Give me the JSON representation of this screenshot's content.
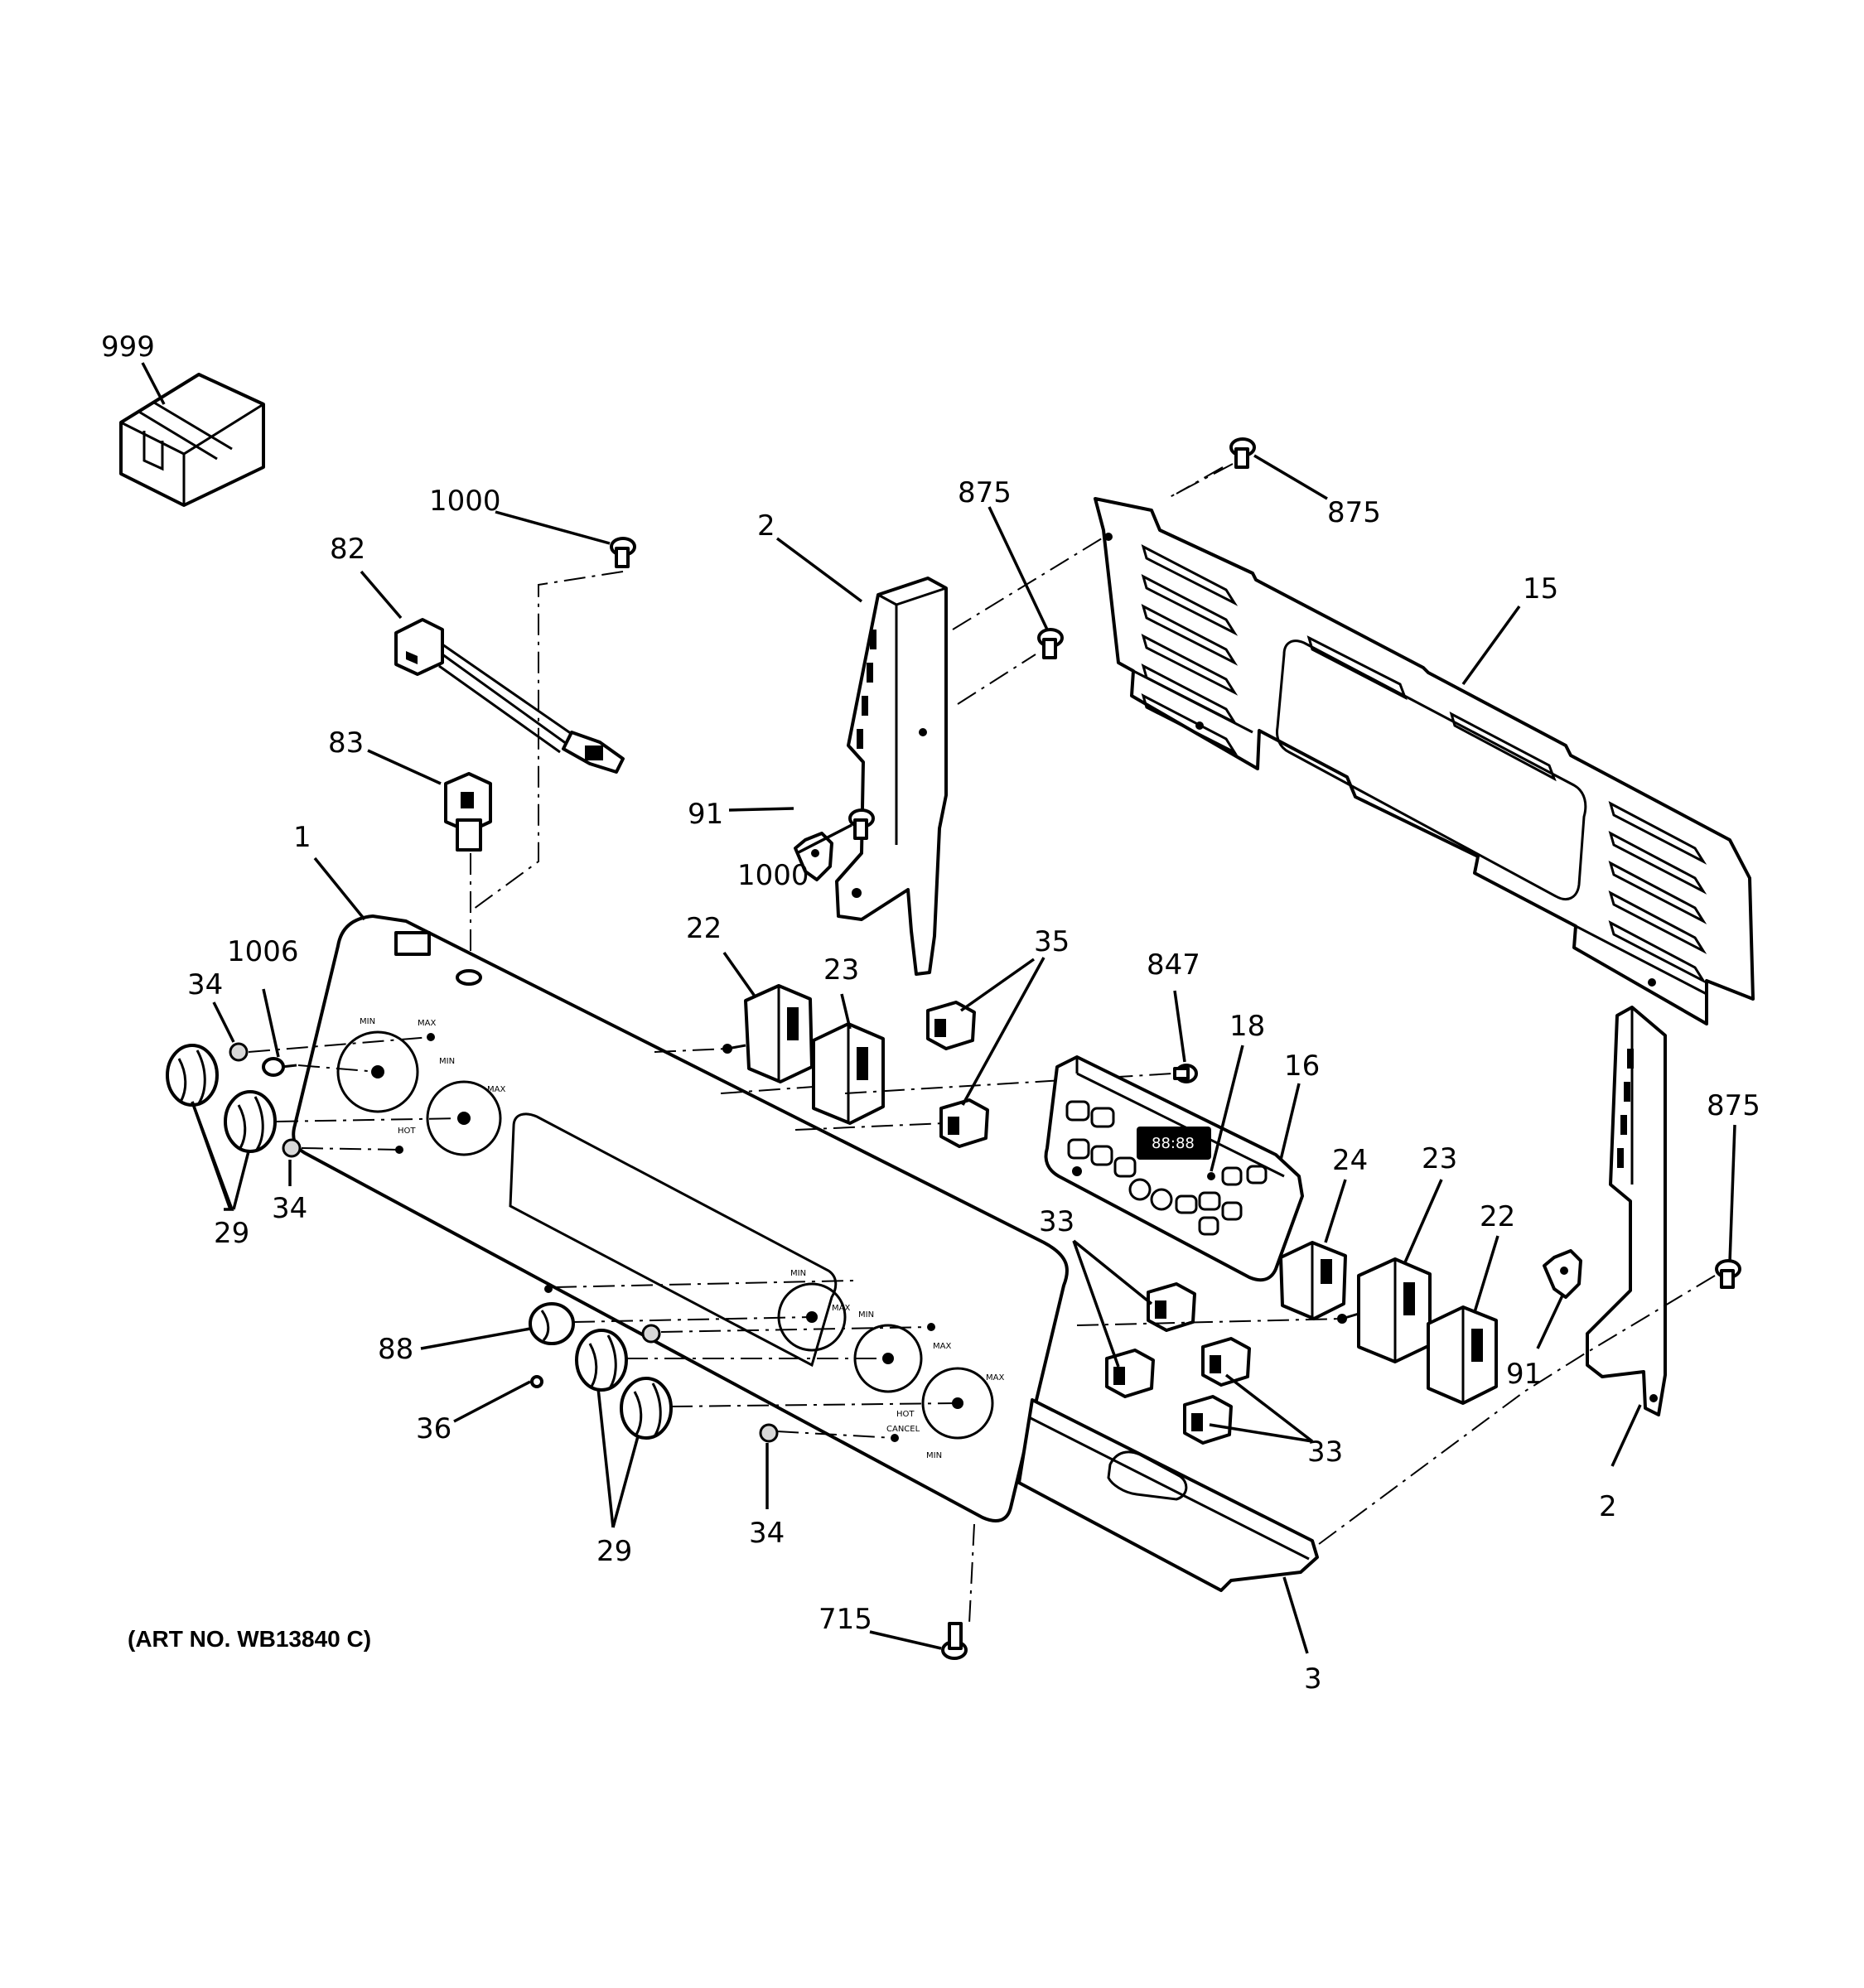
{
  "callouts": [
    {
      "id": "c999",
      "text": "999"
    },
    {
      "id": "c1000a",
      "text": "1000"
    },
    {
      "id": "c82",
      "text": "82"
    },
    {
      "id": "c83",
      "text": "83"
    },
    {
      "id": "c1",
      "text": "1"
    },
    {
      "id": "c1006",
      "text": "1006"
    },
    {
      "id": "c34a",
      "text": "34"
    },
    {
      "id": "c34b",
      "text": "34"
    },
    {
      "id": "c29a",
      "text": "29"
    },
    {
      "id": "c2a",
      "text": "2"
    },
    {
      "id": "c875a",
      "text": "875"
    },
    {
      "id": "c875b",
      "text": "875"
    },
    {
      "id": "c15",
      "text": "15"
    },
    {
      "id": "c91a",
      "text": "91"
    },
    {
      "id": "c1000b",
      "text": "1000"
    },
    {
      "id": "c22a",
      "text": "22"
    },
    {
      "id": "c23a",
      "text": "23"
    },
    {
      "id": "c35",
      "text": "35"
    },
    {
      "id": "c847",
      "text": "847"
    },
    {
      "id": "c18",
      "text": "18"
    },
    {
      "id": "c16",
      "text": "16"
    },
    {
      "id": "c24",
      "text": "24"
    },
    {
      "id": "c23b",
      "text": "23"
    },
    {
      "id": "c22b",
      "text": "22"
    },
    {
      "id": "c875c",
      "text": "875"
    },
    {
      "id": "c33a",
      "text": "33"
    },
    {
      "id": "c33b",
      "text": "33"
    },
    {
      "id": "c91b",
      "text": "91"
    },
    {
      "id": "c2b",
      "text": "2"
    },
    {
      "id": "c88",
      "text": "88"
    },
    {
      "id": "c36",
      "text": "36"
    },
    {
      "id": "c29b",
      "text": "29"
    },
    {
      "id": "c34c",
      "text": "34"
    },
    {
      "id": "c715",
      "text": "715"
    },
    {
      "id": "c3",
      "text": "3"
    }
  ],
  "art_number": "(ART NO. WB13840 C)",
  "panel_text": {
    "min": "MIN",
    "max": "MAX",
    "hot": "HOT",
    "cancel": "CANCEL",
    "display": "88:88"
  }
}
